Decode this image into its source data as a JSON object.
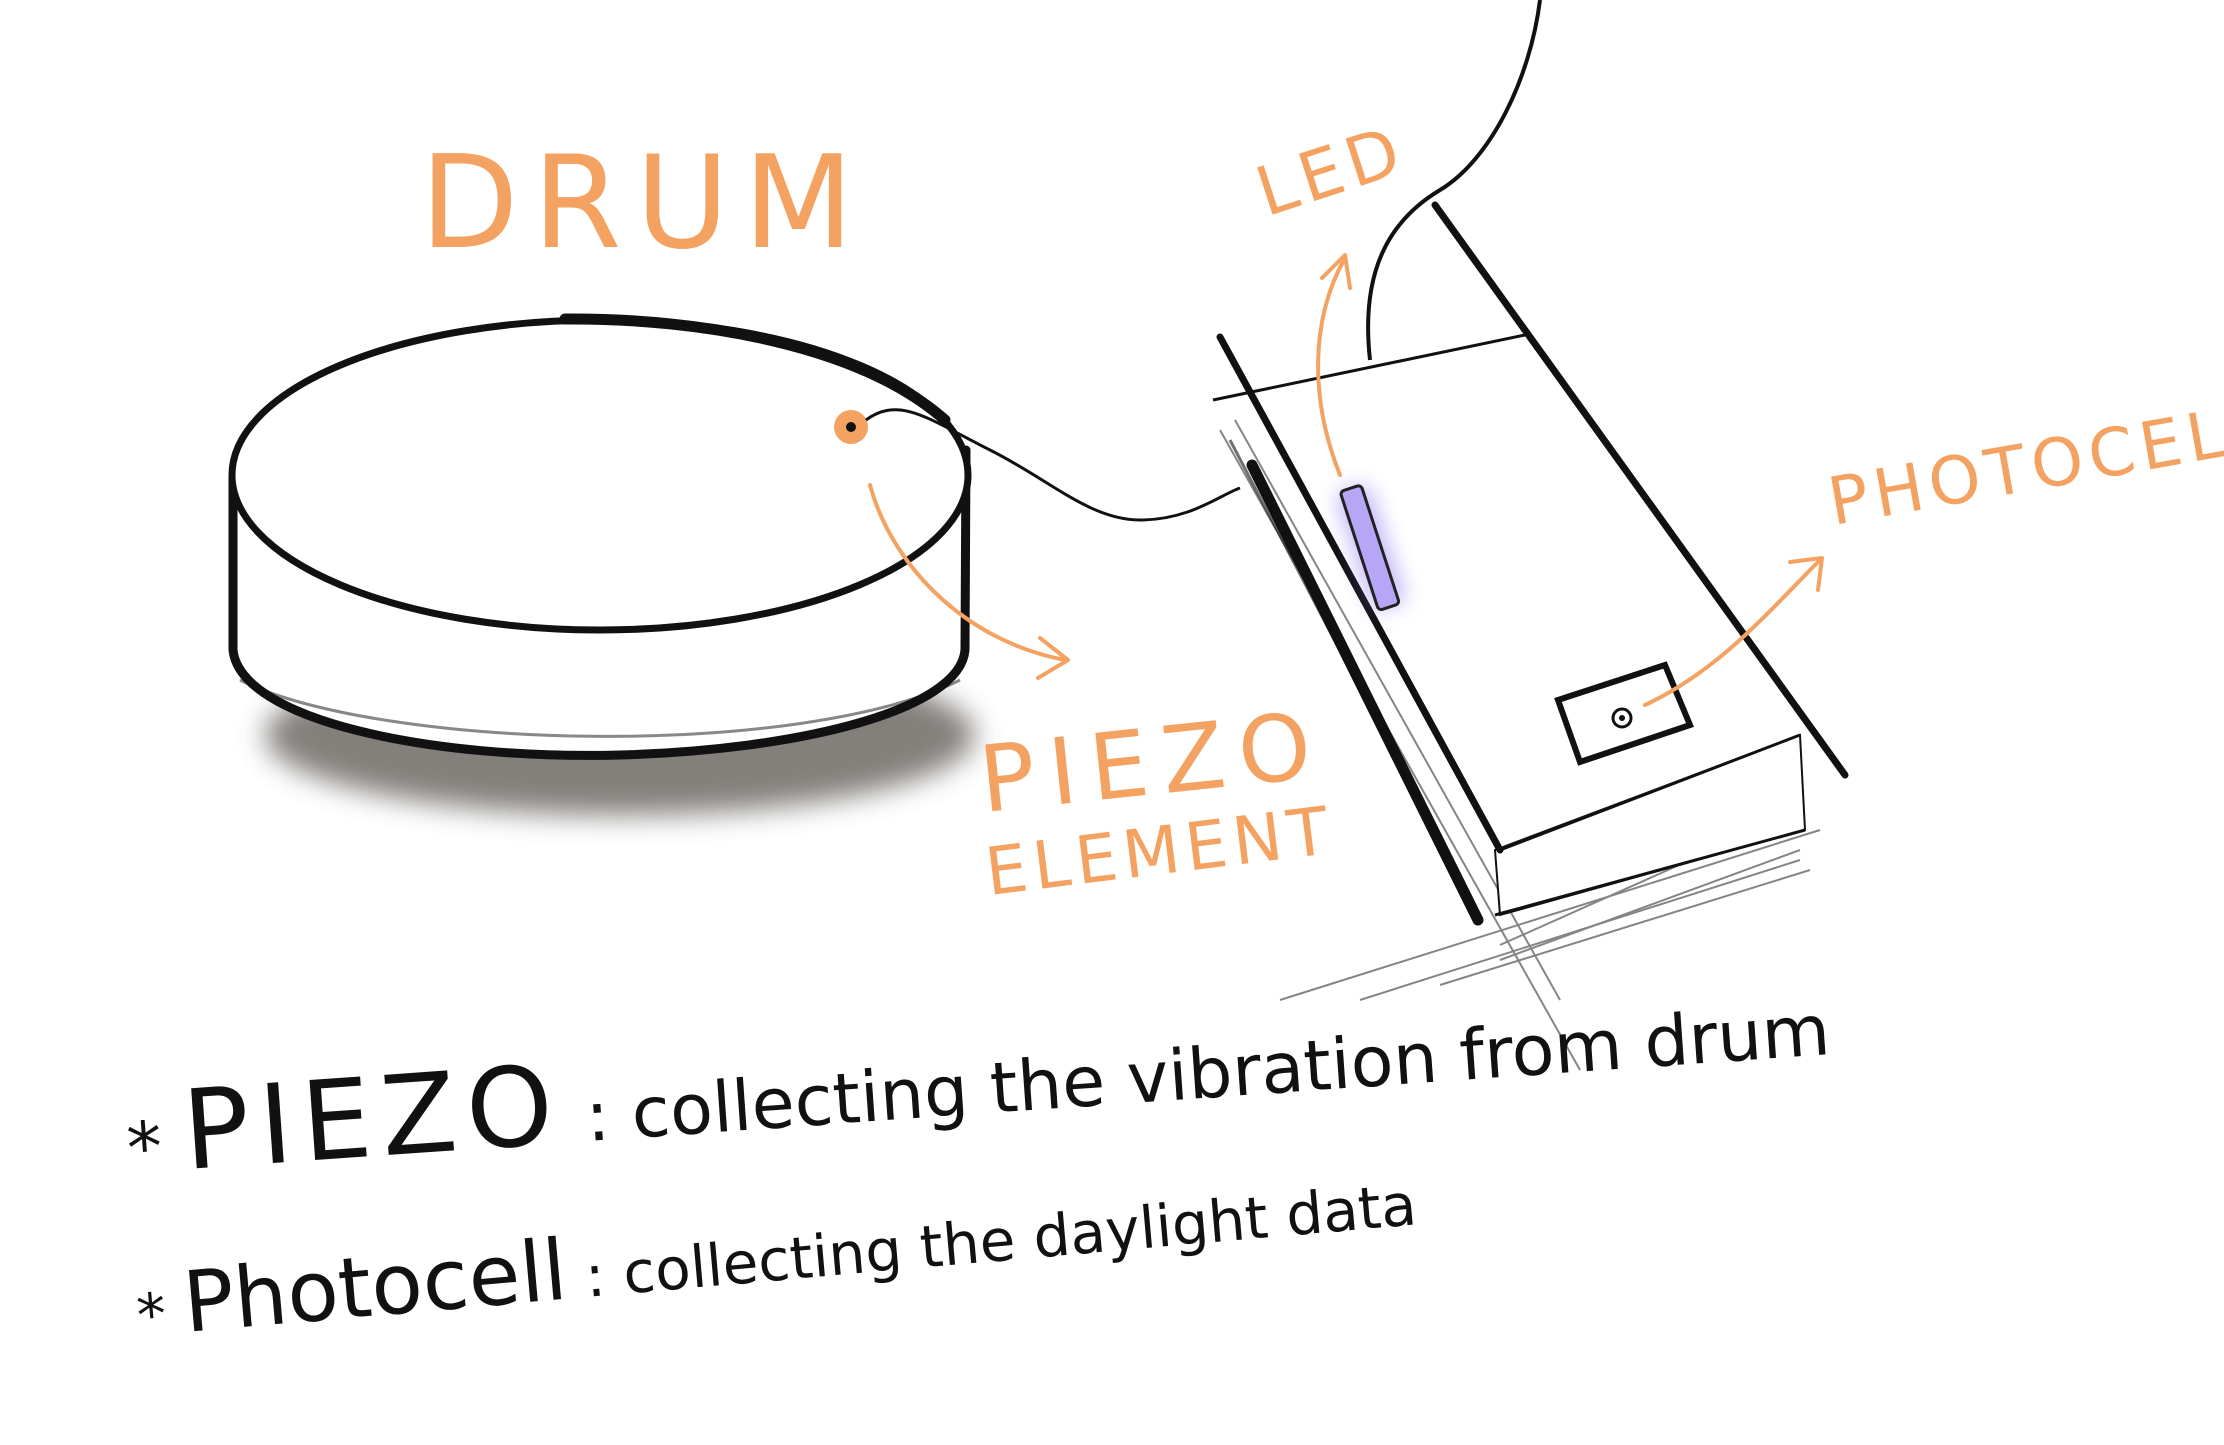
{
  "labels": {
    "drum": "DRUM",
    "led": "LED",
    "piezo_line1": "PIEZO",
    "piezo_line2": "ELEMENT",
    "photocell": "PHOTOCELL"
  },
  "notes": [
    {
      "bullet": "*",
      "term": "PIEZO",
      "separator": ":",
      "text": "collecting the vibration from drum"
    },
    {
      "bullet": "*",
      "term": "Photocell",
      "separator": ":",
      "text": "collecting the daylight data"
    }
  ],
  "colors": {
    "annotation": "#f4a262",
    "ink": "#111111",
    "led_glow": "#7b68ee",
    "shadow": "#5a5550"
  }
}
